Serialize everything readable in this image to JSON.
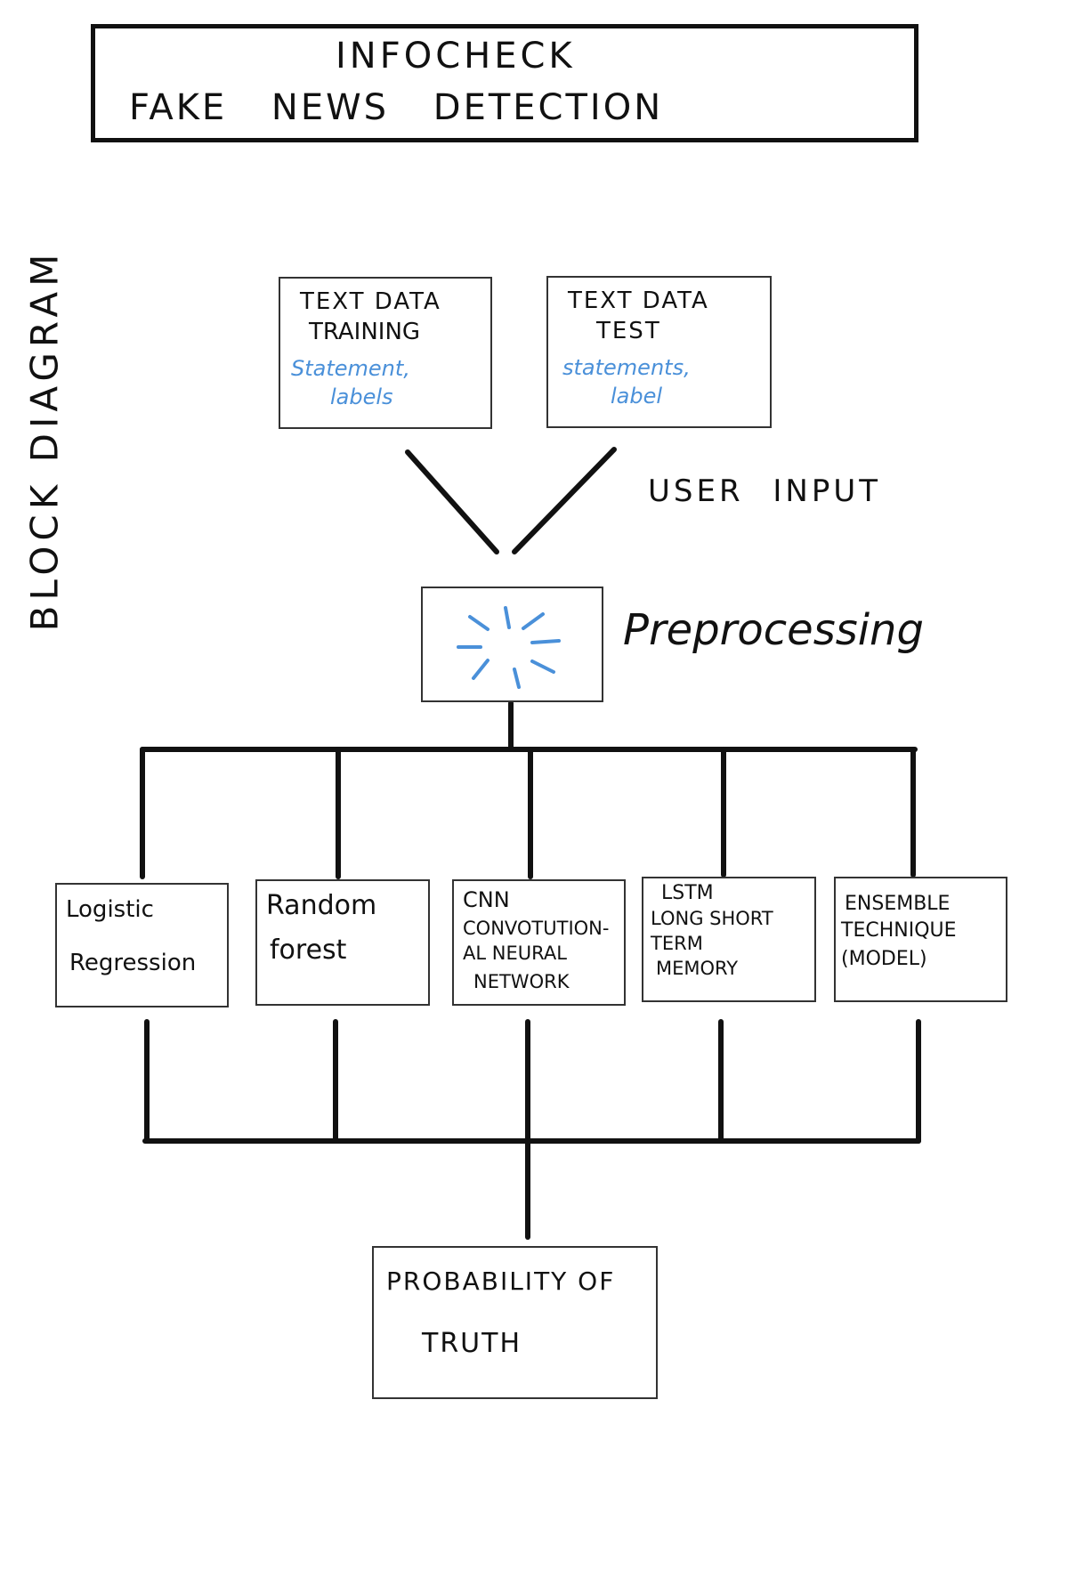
{
  "title": {
    "line1": "INFOCHECK",
    "line2": "FAKE NEWS DETECTION"
  },
  "side_label": "BLOCK DIAGRAM",
  "inputs": [
    {
      "title_line1": "TEXT DATA",
      "title_line2": "TRAINING",
      "note_line1": "Statement,",
      "note_line2": "labels"
    },
    {
      "title_line1": "TEXT DATA",
      "title_line2": "TEST",
      "note_line1": "statements,",
      "note_line2": "label"
    }
  ],
  "user_input_label": "USER INPUT",
  "preprocessing_label": "Preprocessing",
  "models": [
    {
      "line1": "Logistic",
      "line2": "Regression",
      "line3": "",
      "line4": ""
    },
    {
      "line1": "Random",
      "line2": "forest",
      "line3": "",
      "line4": ""
    },
    {
      "line1": "CNN",
      "line2": "CONVOTUTION-",
      "line3": "AL NEURAL",
      "line4": "NETWORK"
    },
    {
      "line1": "LSTM",
      "line2": "LONG SHORT",
      "line3": "TERM",
      "line4": "MEMORY"
    },
    {
      "line1": "ENSEMBLE",
      "line2": "TECHNIQUE",
      "line3": "(MODEL)",
      "line4": ""
    }
  ],
  "output": {
    "line1": "PROBABILITY OF",
    "line2": "TRUTH"
  },
  "colors": {
    "ink": "#111111",
    "note_blue": "#4a90d9",
    "box_border": "#333333"
  }
}
